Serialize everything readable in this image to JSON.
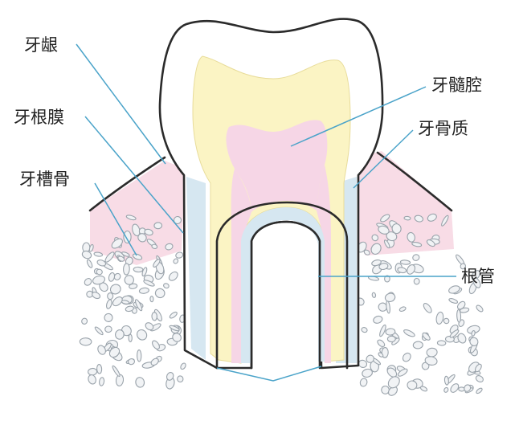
{
  "labels": {
    "gum": "牙龈",
    "periodontal_ligament": "牙根膜",
    "alveolar_bone": "牙槽骨",
    "pulp_cavity": "牙髓腔",
    "dentin": "牙骨质",
    "root_canal": "根管"
  },
  "colors": {
    "enamel": "#ffffff",
    "dentin": "#fbf4c4",
    "pulp": "#f6d6e6",
    "gum": "#f8dce6",
    "cementum": "#d6e7f1",
    "bone_chip": "#f1f3f5",
    "leader": "#4aa3c9"
  }
}
